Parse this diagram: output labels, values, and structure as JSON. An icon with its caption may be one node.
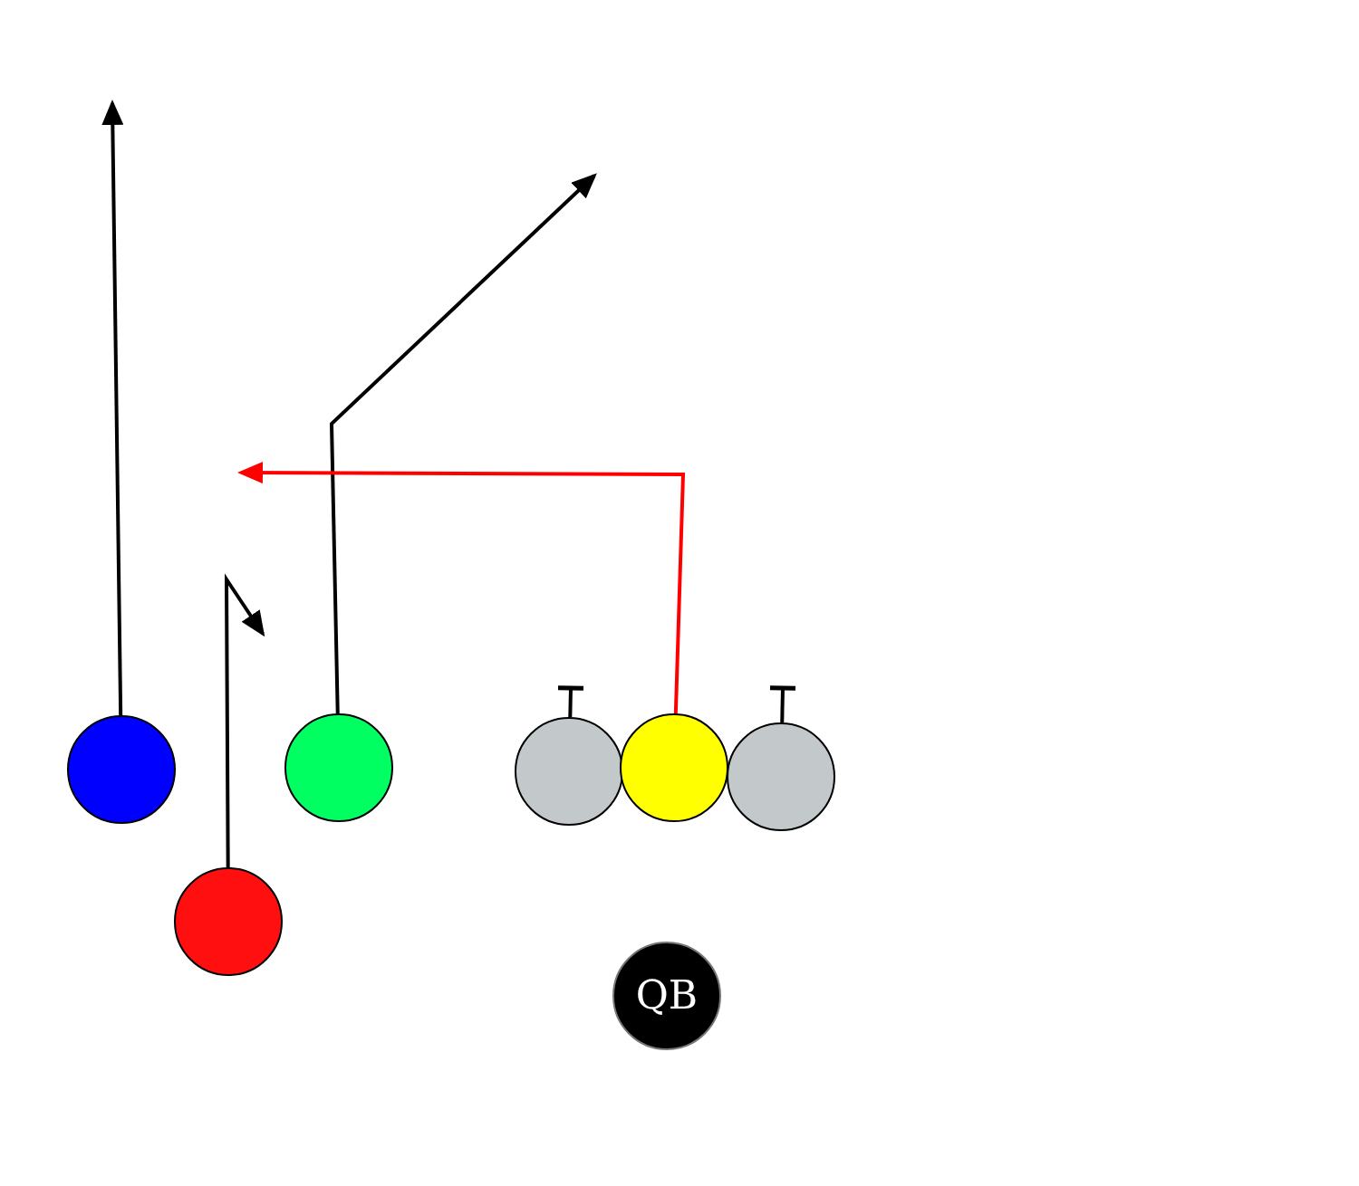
{
  "diagram": {
    "nodes": [
      {
        "text": [],
        "shape": "circle"
      },
      {
        "text": [],
        "shape": "circle"
      },
      {
        "text": [],
        "shape": "circle"
      },
      {
        "text": [],
        "shape": "circle"
      },
      {
        "text": [],
        "shape": "circle"
      },
      {
        "text": [],
        "shape": "circle"
      },
      {
        "text": [
          "QB"
        ]
      }
    ],
    "edges": [
      {
        "from": 0,
        "to": null,
        "arrow": "to"
      },
      {
        "from": 1,
        "to": null,
        "arrow": "to"
      },
      {
        "from": 5,
        "to": null,
        "arrow": "to"
      },
      {
        "from": 3,
        "to": null,
        "arrow": "to",
        "color": "#ff0000"
      },
      {
        "from": 2,
        "to": null,
        "arrow": "other"
      },
      {
        "from": 4,
        "to": null,
        "arrow": "other"
      }
    ]
  }
}
